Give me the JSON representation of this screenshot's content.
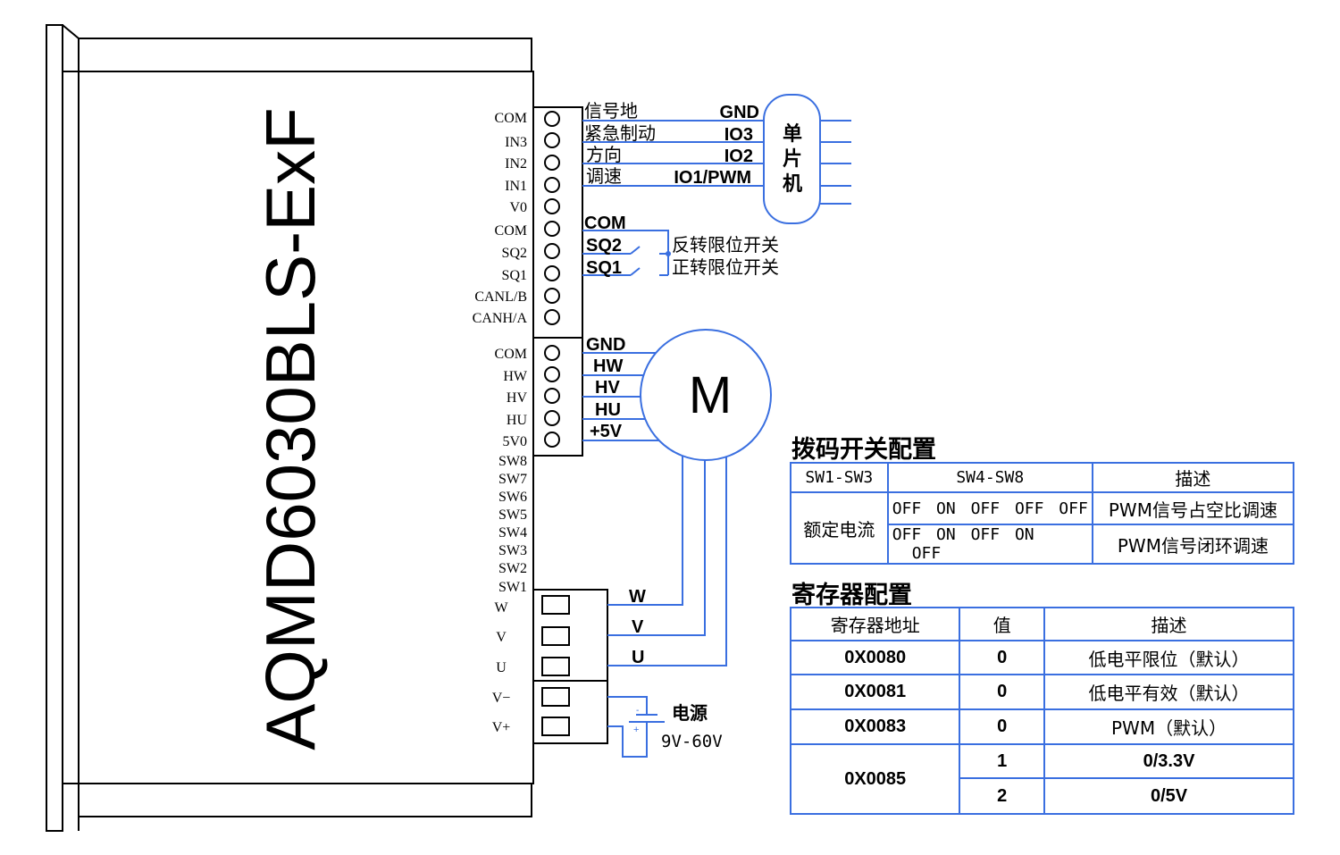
{
  "driver": {
    "model": "AQMD6030BLS-ExF",
    "pins_signal": [
      "COM",
      "IN3",
      "IN2",
      "IN1",
      "V0",
      "COM",
      "SQ2",
      "SQ1",
      "CANL/B",
      "CANH/A"
    ],
    "pins_hall": [
      "COM",
      "HW",
      "HV",
      "HU",
      "5V0"
    ],
    "pins_switch": [
      "SW8",
      "SW7",
      "SW6",
      "SW5",
      "SW4",
      "SW3",
      "SW2",
      "SW1"
    ],
    "pins_motor": [
      "W",
      "V",
      "U"
    ],
    "pins_power": [
      "V−",
      "V+"
    ]
  },
  "mcu": {
    "label_lines": [
      "单",
      "片",
      "机"
    ],
    "wires": [
      {
        "function": "信号地",
        "signal": "GND"
      },
      {
        "function": "紧急制动",
        "signal": "IO3"
      },
      {
        "function": "方向",
        "signal": "IO2"
      },
      {
        "function": "调速",
        "signal": "IO1/PWM"
      }
    ]
  },
  "limit_switches": {
    "com": "COM",
    "items": [
      {
        "pin": "SQ2",
        "label": "反转限位开关"
      },
      {
        "pin": "SQ1",
        "label": "正转限位开关"
      }
    ]
  },
  "motor": {
    "symbol": "M",
    "hall_labels": [
      "GND",
      "HW",
      "HV",
      "HU",
      "+5V"
    ],
    "phase_labels": [
      "W",
      "V",
      "U"
    ]
  },
  "power": {
    "title": "电源",
    "range": "9V-60V",
    "minus_sign": "-",
    "plus_sign": "+"
  },
  "dip_table": {
    "title": "拨码开关配置",
    "header": [
      "SW1-SW3",
      "SW4-SW8",
      "描述"
    ],
    "group_label": "额定电流",
    "rows": [
      {
        "switches": [
          "OFF",
          "ON",
          "OFF",
          "OFF",
          "OFF"
        ],
        "desc": "PWM信号占空比调速"
      },
      {
        "switches": [
          "OFF",
          "ON",
          "OFF",
          "ON",
          "OFF"
        ],
        "desc": "PWM信号闭环调速"
      }
    ]
  },
  "reg_table": {
    "title": "寄存器配置",
    "header": [
      "寄存器地址",
      "值",
      "描述"
    ],
    "rows": [
      {
        "addr": "0X0080",
        "value": "0",
        "desc": "低电平限位（默认）"
      },
      {
        "addr": "0X0081",
        "value": "0",
        "desc": "低电平有效（默认）"
      },
      {
        "addr": "0X0083",
        "value": "0",
        "desc": "PWM（默认）"
      }
    ],
    "merged_row": {
      "addr": "0X0085",
      "options": [
        {
          "value": "1",
          "desc": "0/3.3V"
        },
        {
          "value": "2",
          "desc": "0/5V"
        }
      ]
    }
  },
  "colors": {
    "wire": "#3a6fe0",
    "outline": "#000000"
  }
}
